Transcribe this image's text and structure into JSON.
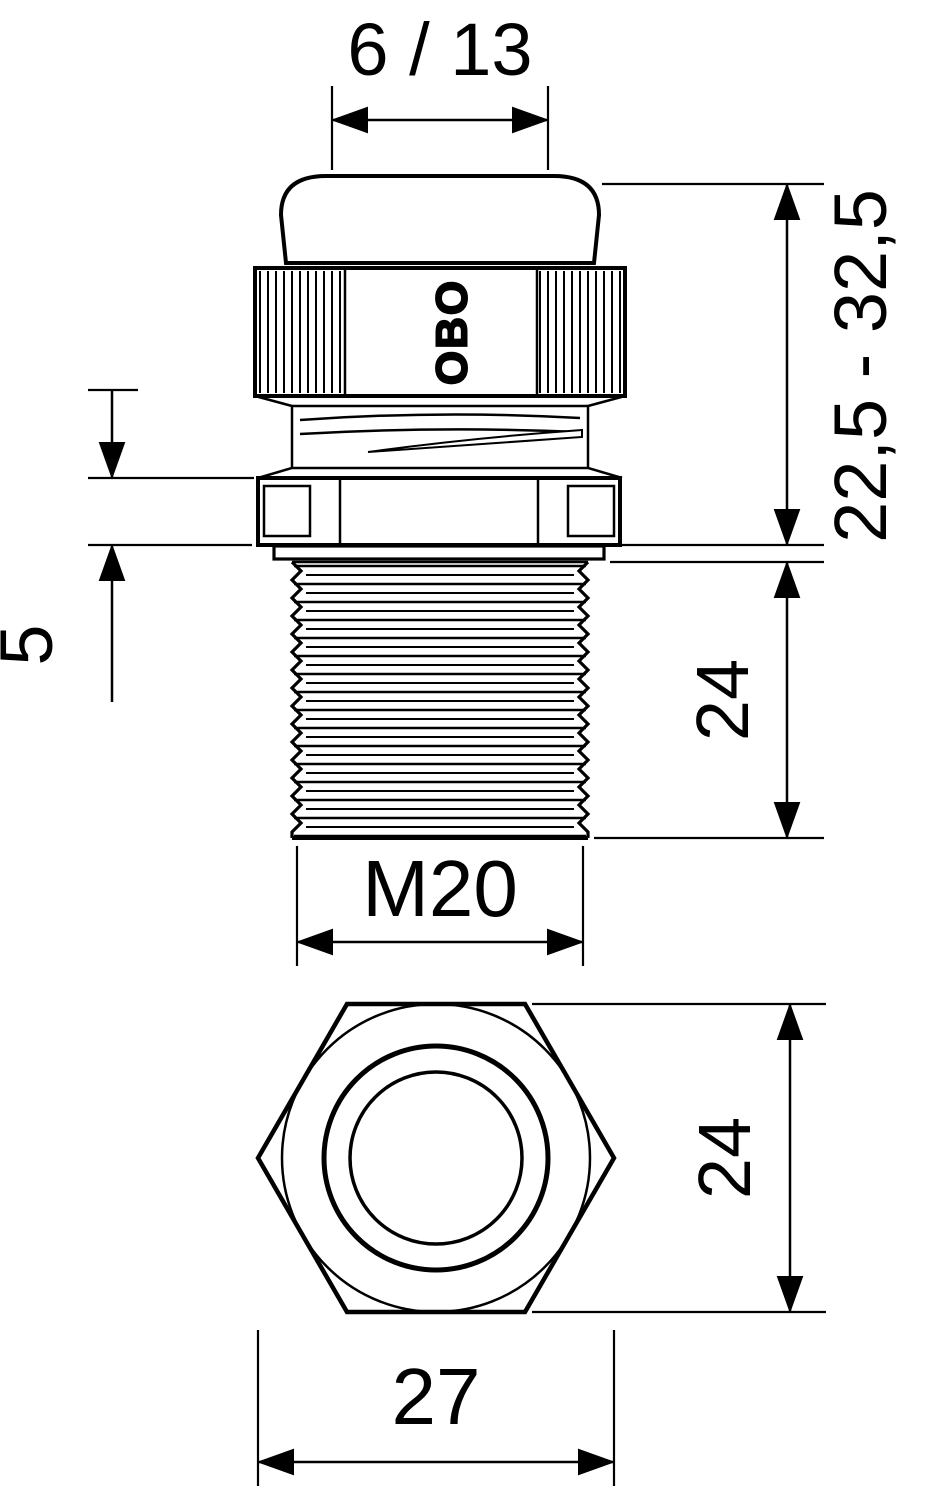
{
  "drawing": {
    "brand_label": "OBO",
    "dimensions": {
      "clamping_range_top": "6 / 13",
      "height_range_right": "22,5 - 32,5",
      "collar_height_left": "5",
      "thread_length_right": "24",
      "thread_size": "M20",
      "across_flats_front": "24",
      "across_corners_front": "27"
    },
    "colors": {
      "line": "#000000",
      "background": "#ffffff"
    }
  }
}
